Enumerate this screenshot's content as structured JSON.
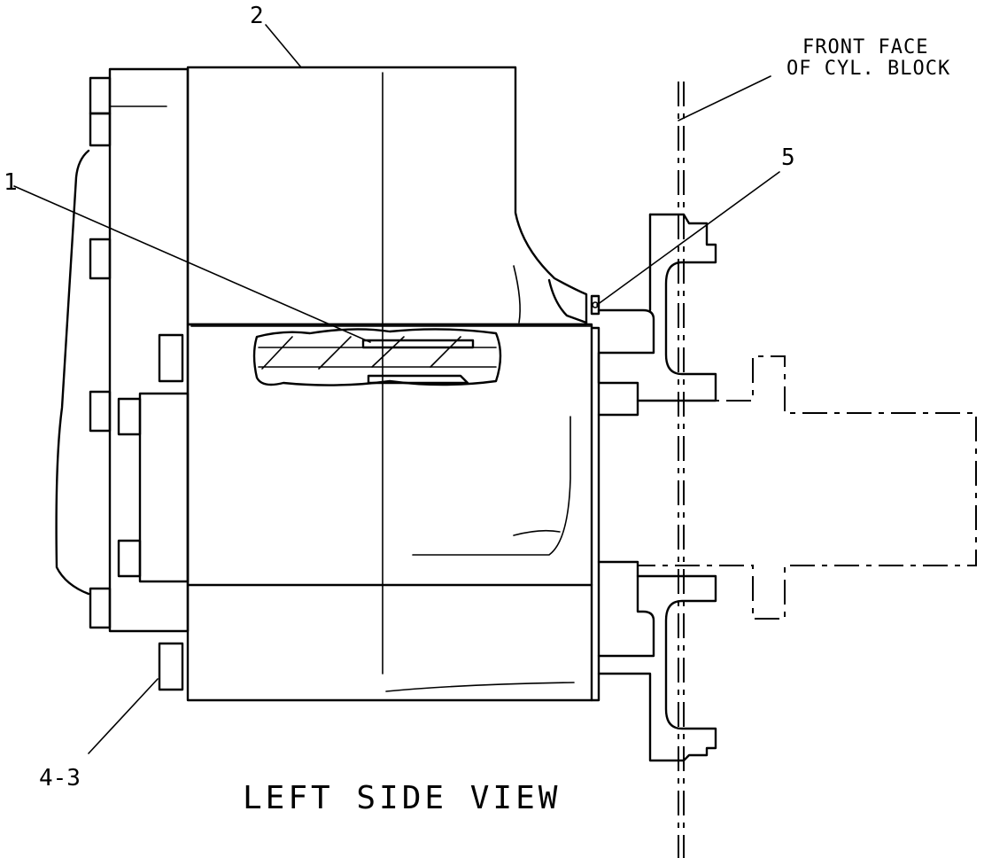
{
  "diagram": {
    "view_title": "LEFT SIDE VIEW",
    "front_face_note": [
      "FRONT FACE",
      "OF CYL. BLOCK"
    ],
    "callouts": {
      "c1": "1",
      "c2": "2",
      "c4_3": "4-3",
      "c5": "5"
    }
  }
}
